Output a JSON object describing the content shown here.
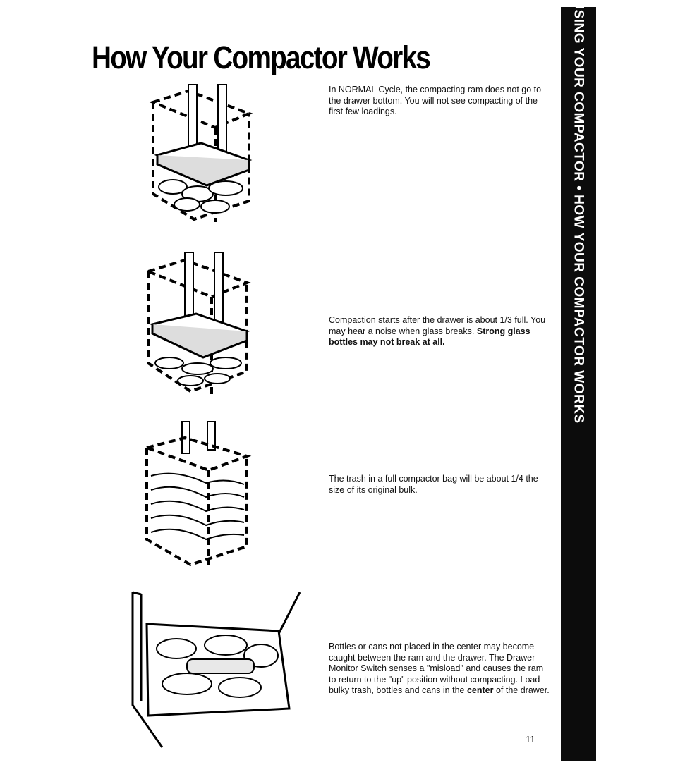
{
  "page": {
    "title": "How Your Compactor Works",
    "side_tab": "USING YOUR COMPACTOR • HOW YOUR COMPACTOR WORKS",
    "page_number": "11"
  },
  "sections": [
    {
      "text": "In NORMAL Cycle, the compacting ram does not go to the drawer bottom.  You will not see compacting of the first few loadings.",
      "illustration": "ram-above-loose-trash"
    },
    {
      "text_plain": "Compaction starts after the drawer is about 1/3 full. You may hear a noise when glass breaks.",
      "text_bold": "Strong glass bottles may not break at all.",
      "illustration": "ram-compacting-trash"
    },
    {
      "text": "The trash in a full compactor bag will be about 1/4 the size of its original bulk.",
      "illustration": "full-compacted-bag"
    },
    {
      "text_before": "Bottles or cans not placed in the center may become caught between the ram and the drawer. The Drawer Monitor Switch senses a \"misload\" and causes the ram to return to the \"up\" position without compacting.  Load bulky trash, bottles and cans in the",
      "text_bold": "center",
      "text_after": "of the drawer.",
      "illustration": "open-drawer-with-trash"
    }
  ]
}
